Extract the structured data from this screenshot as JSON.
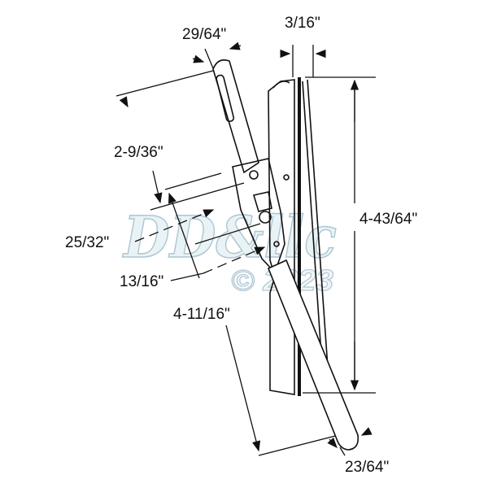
{
  "dimensions": {
    "arm_width_top": "29/64\"",
    "plate_thickness": "3/16\"",
    "upper_arm_length": "2-9/36\"",
    "plate_height": "4-43/64\"",
    "pivot_offset_upper": "25/32\"",
    "pivot_offset_lower": "13/16\"",
    "lower_arm_length": "4-11/16\"",
    "arm_width_bottom": "23/64\""
  },
  "watermark": {
    "brand": "DD&llc",
    "copyright": "© 2023"
  },
  "colors": {
    "line": "#111111",
    "watermark": "#9fbccb"
  }
}
